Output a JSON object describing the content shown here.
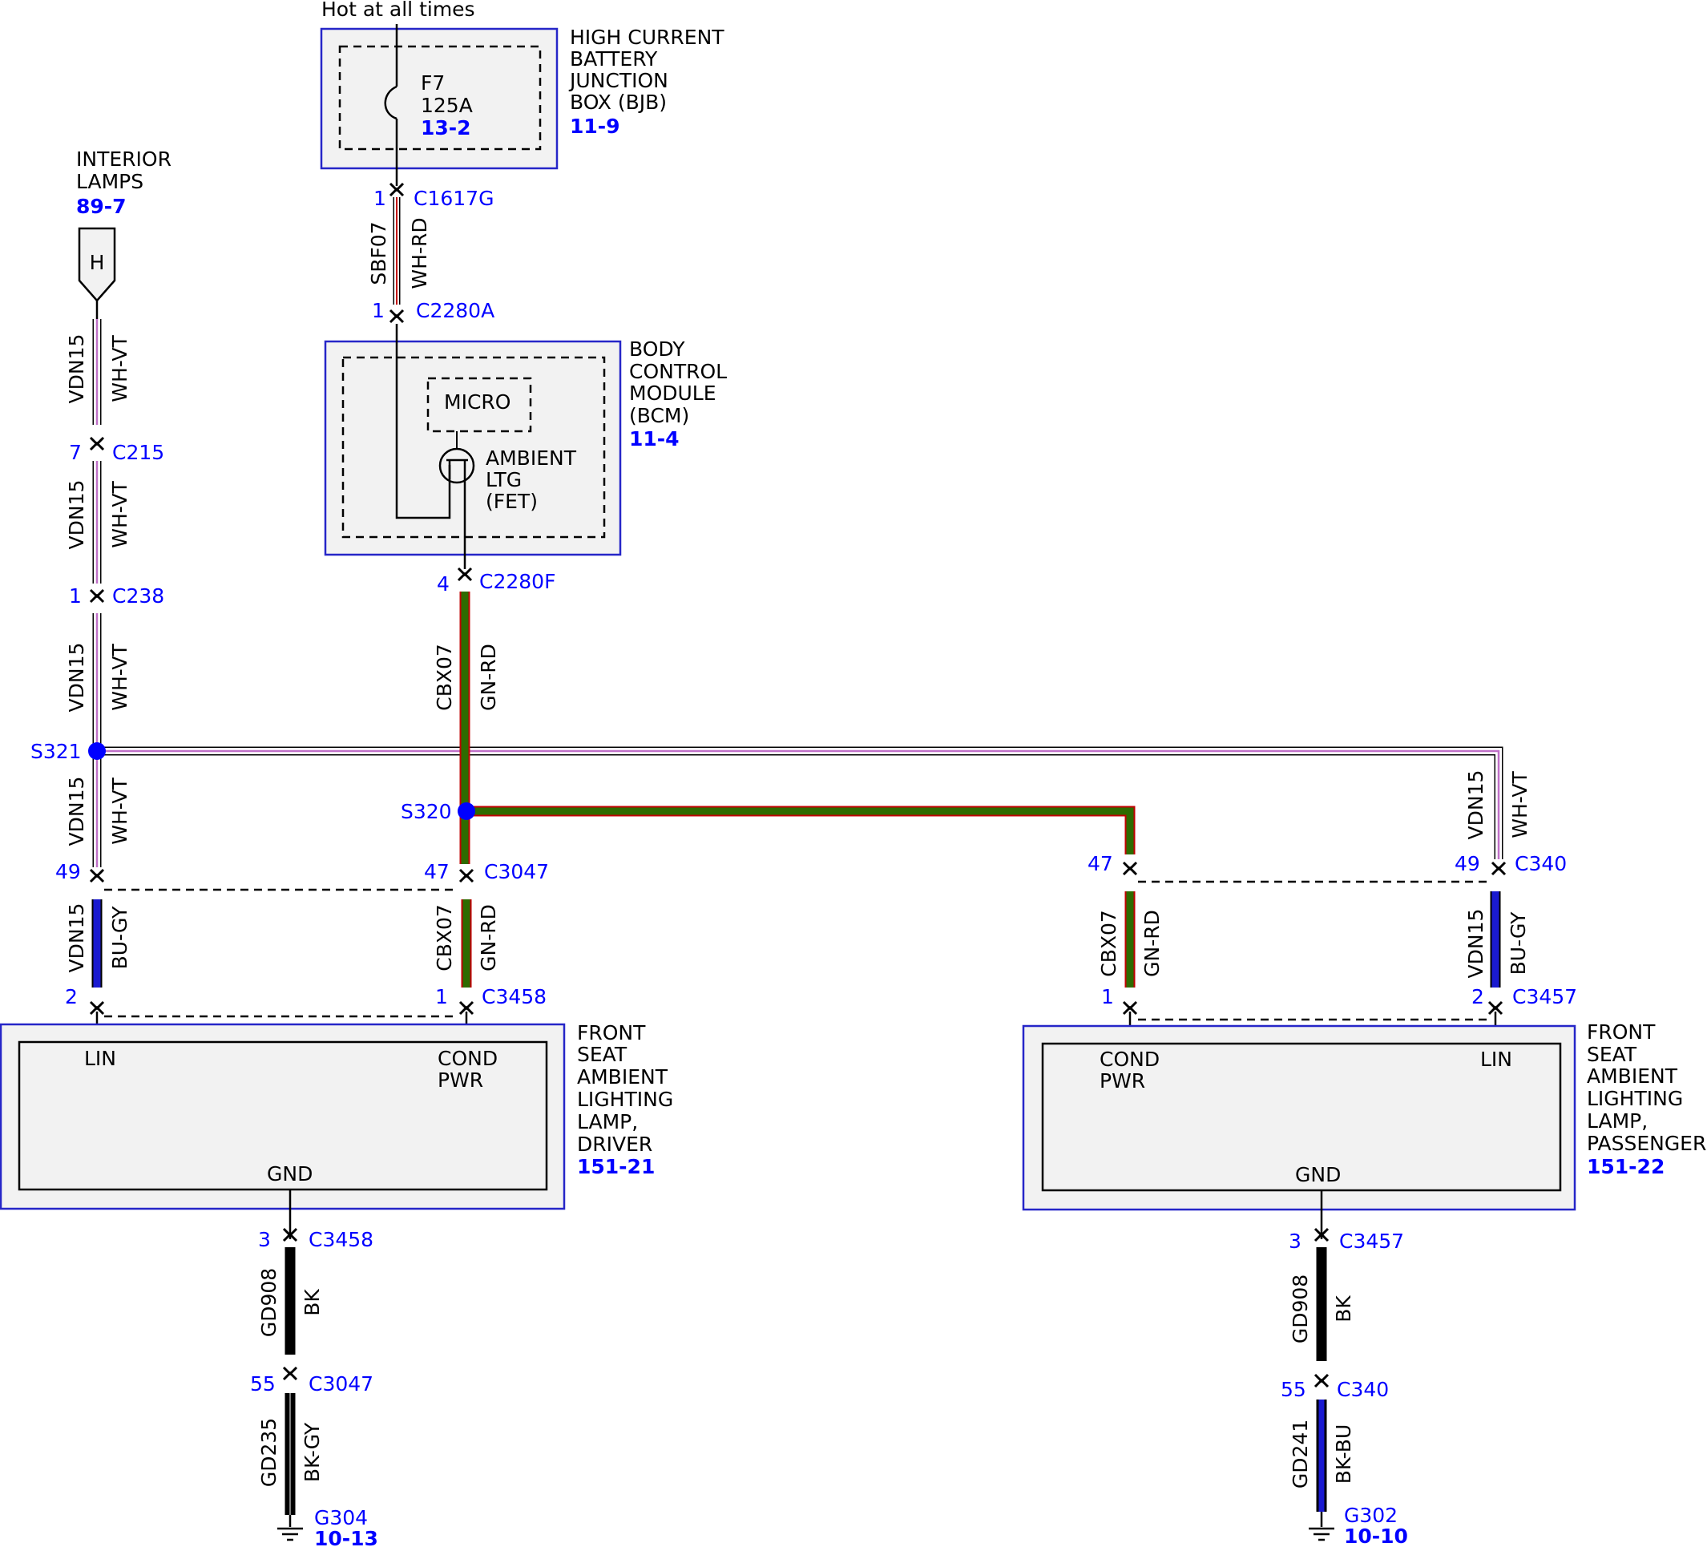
{
  "source_label": "Hot at all times",
  "bjb": {
    "name_lines": [
      "HIGH CURRENT",
      "BATTERY",
      "JUNCTION",
      "BOX (BJB)"
    ],
    "ref": "11-9",
    "fuse_name": "F7",
    "fuse_rating": "125A",
    "fuse_ref": "13-2"
  },
  "interior_lamps": {
    "name_lines": [
      "INTERIOR",
      "LAMPS"
    ],
    "ref": "89-7",
    "tag": "H"
  },
  "bcm": {
    "name_lines": [
      "BODY",
      "CONTROL",
      "MODULE",
      "(BCM)"
    ],
    "ref": "11-4",
    "micro": "MICRO",
    "fet_lines": [
      "AMBIENT",
      "LTG",
      "(FET)"
    ]
  },
  "connectors": {
    "c1617g": {
      "pin": "1",
      "name": "C1617G"
    },
    "c2280a": {
      "pin": "1",
      "name": "C2280A"
    },
    "c2280f": {
      "pin": "4",
      "name": "C2280F"
    },
    "c215": {
      "pin": "7",
      "name": "C215"
    },
    "c238": {
      "pin": "1",
      "name": "C238"
    },
    "c3047_left": {
      "pin": "49"
    },
    "c3047_right": {
      "pin": "47",
      "name": "C3047"
    },
    "c3458_left": {
      "pin": "2"
    },
    "c3458_right": {
      "pin": "1",
      "name": "C3458"
    },
    "c340_left": {
      "pin": "47"
    },
    "c340_right": {
      "pin": "49",
      "name": "C340"
    },
    "c3457_left": {
      "pin": "1"
    },
    "c3457_right": {
      "pin": "2",
      "name": "C3457"
    },
    "c3458_gnd": {
      "pin": "3",
      "name": "C3458"
    },
    "c3047_gnd": {
      "pin": "55",
      "name": "C3047"
    },
    "c3457_gnd": {
      "pin": "3",
      "name": "C3457"
    },
    "c340_gnd": {
      "pin": "55",
      "name": "C340"
    }
  },
  "splices": {
    "s321": "S321",
    "s320": "S320"
  },
  "wires": {
    "sbf07": {
      "circuit": "SBF07",
      "color": "WH-RD"
    },
    "vdn15_a": {
      "circuit": "VDN15",
      "color": "WH-VT"
    },
    "vdn15_b": {
      "circuit": "VDN15",
      "color": "WH-VT"
    },
    "vdn15_c": {
      "circuit": "VDN15",
      "color": "WH-VT"
    },
    "vdn15_d": {
      "circuit": "VDN15",
      "color": "WH-VT"
    },
    "vdn15_e": {
      "circuit": "VDN15",
      "color": "WH-VT"
    },
    "cbx07_a": {
      "circuit": "CBX07",
      "color": "GN-RD"
    },
    "cbx07_b": {
      "circuit": "CBX07",
      "color": "GN-RD"
    },
    "cbx07_c": {
      "circuit": "CBX07",
      "color": "GN-RD"
    },
    "vdn15_drv": {
      "circuit": "VDN15",
      "color": "BU-GY"
    },
    "vdn15_pass": {
      "circuit": "VDN15",
      "color": "BU-GY"
    },
    "gd908_drv": {
      "circuit": "GD908",
      "color": "BK"
    },
    "gd235": {
      "circuit": "GD235",
      "color": "BK-GY"
    },
    "gd908_pass": {
      "circuit": "GD908",
      "color": "BK"
    },
    "gd241": {
      "circuit": "GD241",
      "color": "BK-BU"
    }
  },
  "driver_lamp": {
    "name_lines": [
      "FRONT",
      "SEAT",
      "AMBIENT",
      "LIGHTING",
      "LAMP,",
      "DRIVER"
    ],
    "ref": "151-21",
    "pin_lin": "LIN",
    "pin_cond_lines": [
      "COND",
      "PWR"
    ],
    "pin_gnd": "GND"
  },
  "passenger_lamp": {
    "name_lines": [
      "FRONT",
      "SEAT",
      "AMBIENT",
      "LIGHTING",
      "LAMP,",
      "PASSENGER"
    ],
    "ref": "151-22",
    "pin_lin": "LIN",
    "pin_cond_lines": [
      "COND",
      "PWR"
    ],
    "pin_gnd": "GND"
  },
  "grounds": {
    "g304": {
      "name": "G304",
      "ref": "10-13"
    },
    "g302": {
      "name": "G302",
      "ref": "10-10"
    }
  },
  "colors": {
    "label_blue": "#0000ff",
    "box_border": "#2626c8",
    "box_fill": "#f2f2f2",
    "wire_green": "#2e6b00",
    "wire_red": "#c00000",
    "wire_violet": "#c070c8",
    "wire_blue": "#1a1ad0",
    "wire_black": "#000000"
  }
}
